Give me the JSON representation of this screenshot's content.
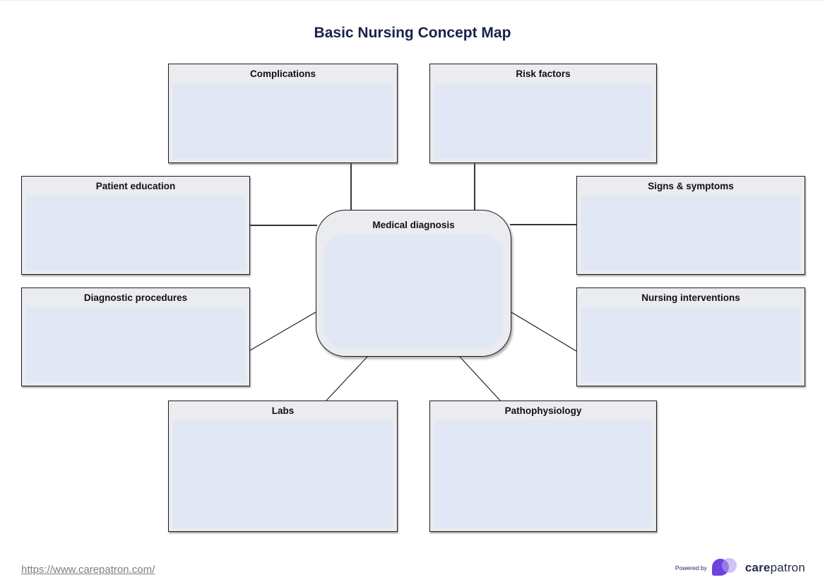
{
  "title": "Basic Nursing Concept Map",
  "center": {
    "label": "Medical diagnosis"
  },
  "nodes": [
    {
      "id": "complications",
      "label": "Complications"
    },
    {
      "id": "risk-factors",
      "label": "Risk factors"
    },
    {
      "id": "patient-education",
      "label": "Patient education"
    },
    {
      "id": "signs-symptoms",
      "label": "Signs & symptoms"
    },
    {
      "id": "diagnostic-procedures",
      "label": "Diagnostic procedures"
    },
    {
      "id": "nursing-interventions",
      "label": "Nursing interventions"
    },
    {
      "id": "labs",
      "label": "Labs"
    },
    {
      "id": "pathophysiology",
      "label": "Pathophysiology"
    }
  ],
  "footer": {
    "link_text": "https://www.carepatron.com/",
    "link_url": "https://www.carepatron.com/",
    "powered_by": "Powered by",
    "brand_bold": "care",
    "brand_regular": "patron"
  },
  "colors": {
    "title_text": "#19224a",
    "box_border": "#1c1c1c",
    "box_header_fill": "#ebecf0",
    "box_body_fill": "#e2e7f5",
    "link_gray": "#7f7f7f",
    "logo_purple": "#6c43e0",
    "logo_lavender": "#c9bcf2",
    "brand_navy": "#252b4a"
  }
}
